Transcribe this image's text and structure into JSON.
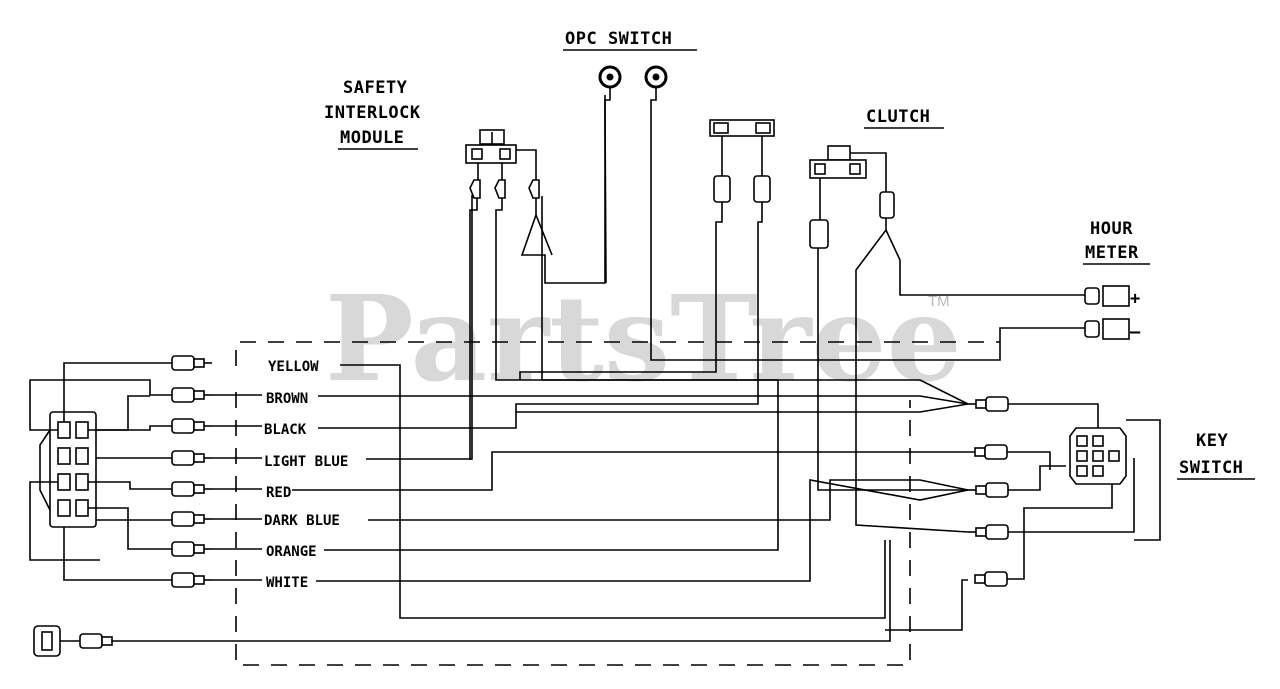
{
  "watermark": {
    "text": "PartsTree",
    "tm": "TM"
  },
  "labels": {
    "opc_switch": "OPC SWITCH",
    "safety_1": "SAFETY",
    "safety_2": "INTERLOCK",
    "safety_3": "MODULE",
    "clutch": "CLUTCH",
    "hour_1": "HOUR",
    "hour_2": "METER",
    "key_1": "KEY",
    "key_2": "SWITCH",
    "plus": "+",
    "minus": "–"
  },
  "wires": [
    "YELLOW",
    "BROWN",
    "BLACK",
    "LIGHT BLUE",
    "RED",
    "DARK BLUE",
    "ORANGE",
    "WHITE"
  ]
}
